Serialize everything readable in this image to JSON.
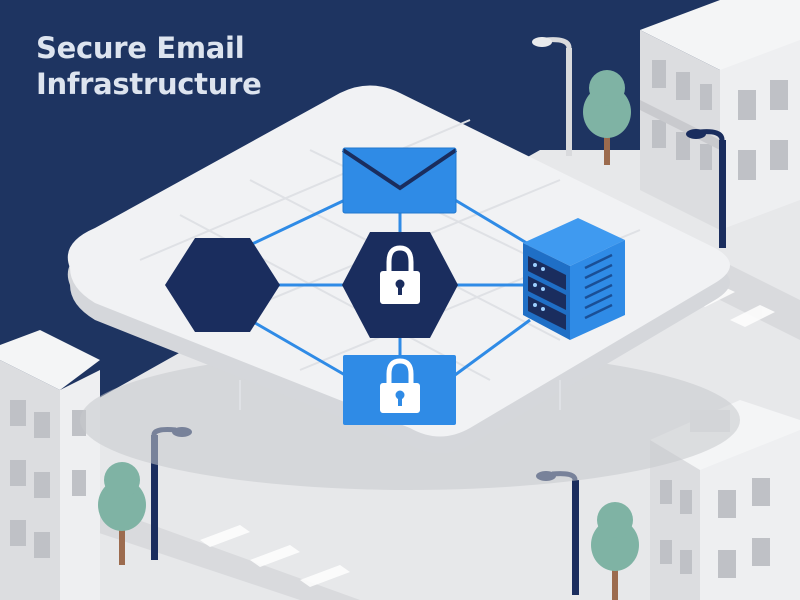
{
  "title": {
    "line1": "Secure Email",
    "line2": "Infrastructure"
  },
  "colors": {
    "background": "#1e3461",
    "platform": "#f1f2f4",
    "accent_blue": "#2f8be6",
    "dark_navy": "#1a2d5e",
    "connector": "#2f8be6",
    "building": "#e9eaec",
    "tree": "#7fb3a4"
  },
  "icons": {
    "envelope": "envelope-icon",
    "lock": "lock-icon",
    "server": "server-icon",
    "hexagon": "hexagon-node",
    "street_lamp": "street-lamp-icon",
    "tree": "tree-icon"
  }
}
